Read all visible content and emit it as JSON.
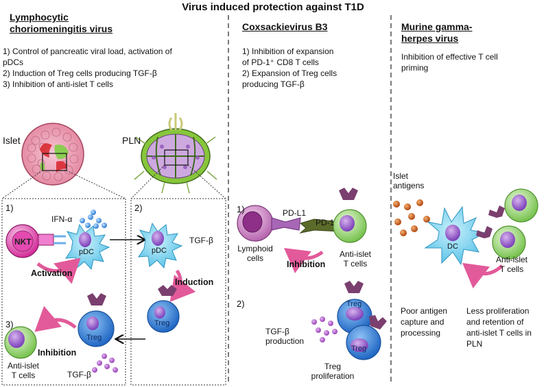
{
  "title": "Virus induced protection against T1D",
  "lcmv": {
    "heading_line1": "Lymphocytic",
    "heading_line2": "choriomeningitis virus",
    "points": [
      "1) Control of pancreatic viral load, activation of",
      "pDCs",
      "2) Induction of Treg cells producing TGF-β",
      "3) Inhibition of anti-islet T cells"
    ],
    "islet_label": "Islet",
    "pln_label": "PLN",
    "panel1": {
      "number": "1)",
      "nkt": "NKT",
      "ifn": "IFN-α",
      "pdc": "pDC",
      "activation": "Activation"
    },
    "panel2": {
      "number": "2)",
      "pdc": "pDC",
      "tgf": "TGF-β",
      "induction": "Induction",
      "treg": "Treg"
    },
    "panel3": {
      "number": "3)",
      "inhibition": "Inhibition",
      "treg": "Treg",
      "anti_islet_line1": "Anti-islet",
      "anti_islet_line2": "T cells",
      "tgf": "TGF-β"
    }
  },
  "cvb3": {
    "heading": "Coxsackievirus B3",
    "points": [
      "1) Inhibition of expansion",
      "of PD-1⁺ CD8 T cells",
      "2) Expansion of Treg cells",
      "producing TGF-β"
    ],
    "panel1": {
      "number": "1)",
      "pdl1": "PD-L1",
      "pd1": "PD-1",
      "lymphoid_line1": "Lymphoid",
      "lymphoid_line2": "cells",
      "inhibition": "Inhibition",
      "anti_islet_line1": "Anti-islet",
      "anti_islet_line2": "T cells"
    },
    "panel2": {
      "number": "2)",
      "tgf_line1": "TGF-β",
      "tgf_line2": "production",
      "treg1": "Treg",
      "treg2": "Treg",
      "prolif_line1": "Treg",
      "prolif_line2": "proliferation"
    }
  },
  "mhv": {
    "heading_line1": "Murine gamma-",
    "heading_line2": "herpes virus",
    "points": [
      "Inhibition of effective T cell",
      "priming"
    ],
    "islet_antigens_line1": "Islet",
    "islet_antigens_line2": "antigens",
    "dc": "DC",
    "anti_islet_line1": "Anti-islet",
    "anti_islet_line2": "T cells",
    "poor_antigen": [
      "Poor antigen",
      "capture and",
      "processing"
    ],
    "less_prolif": [
      "Less proliferation",
      "and retention of",
      "anti-islet T cells in",
      "PLN"
    ]
  },
  "colors": {
    "pdc": "#7ad3ef",
    "treg": "#3a86d6",
    "nkt": "#e23aa8",
    "tcell": "#8fd06a",
    "receptor": "#7a3f6e",
    "arrow": "#e25a9a",
    "purple_dot": "#b061c7",
    "blue_dot": "#3f8fe0",
    "antigen": "#d0651a"
  }
}
